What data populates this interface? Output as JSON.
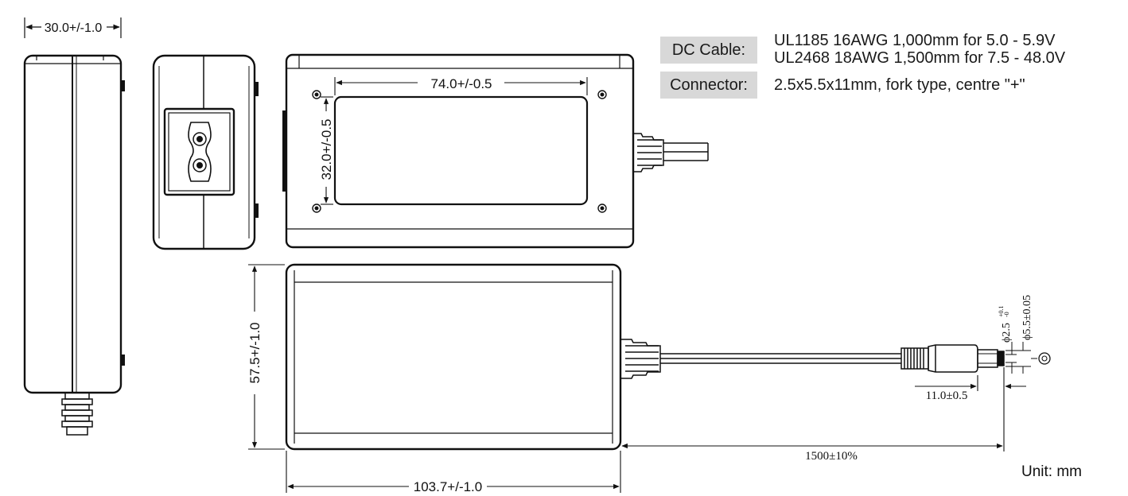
{
  "specs": {
    "dc_cable": {
      "label": "DC Cable:",
      "lines": [
        "UL1185 16AWG 1,000mm for 5.0 - 5.9V",
        "UL2468 18AWG 1,500mm for 7.5 - 48.0V"
      ]
    },
    "connector": {
      "label": "Connector:",
      "value": "2.5x5.5x11mm, fork type, centre \"+\""
    }
  },
  "dimensions": {
    "side_width": "30.0+/-1.0",
    "label_width": "74.0+/-0.5",
    "label_height": "32.0+/-0.5",
    "body_height": "57.5+/-1.0",
    "body_length": "103.7+/-1.0",
    "cable_length": "1500±10%",
    "plug_length": "11.0±0.5",
    "plug_inner_prefix": "ϕ2.5",
    "plug_inner_tol_upper": "+0.1",
    "plug_inner_tol_lower": "-0",
    "plug_outer": "ϕ5.5±0.05"
  },
  "unit": "Unit: mm",
  "colors": {
    "line": "#111111",
    "label_bg": "#d8d8d8"
  }
}
